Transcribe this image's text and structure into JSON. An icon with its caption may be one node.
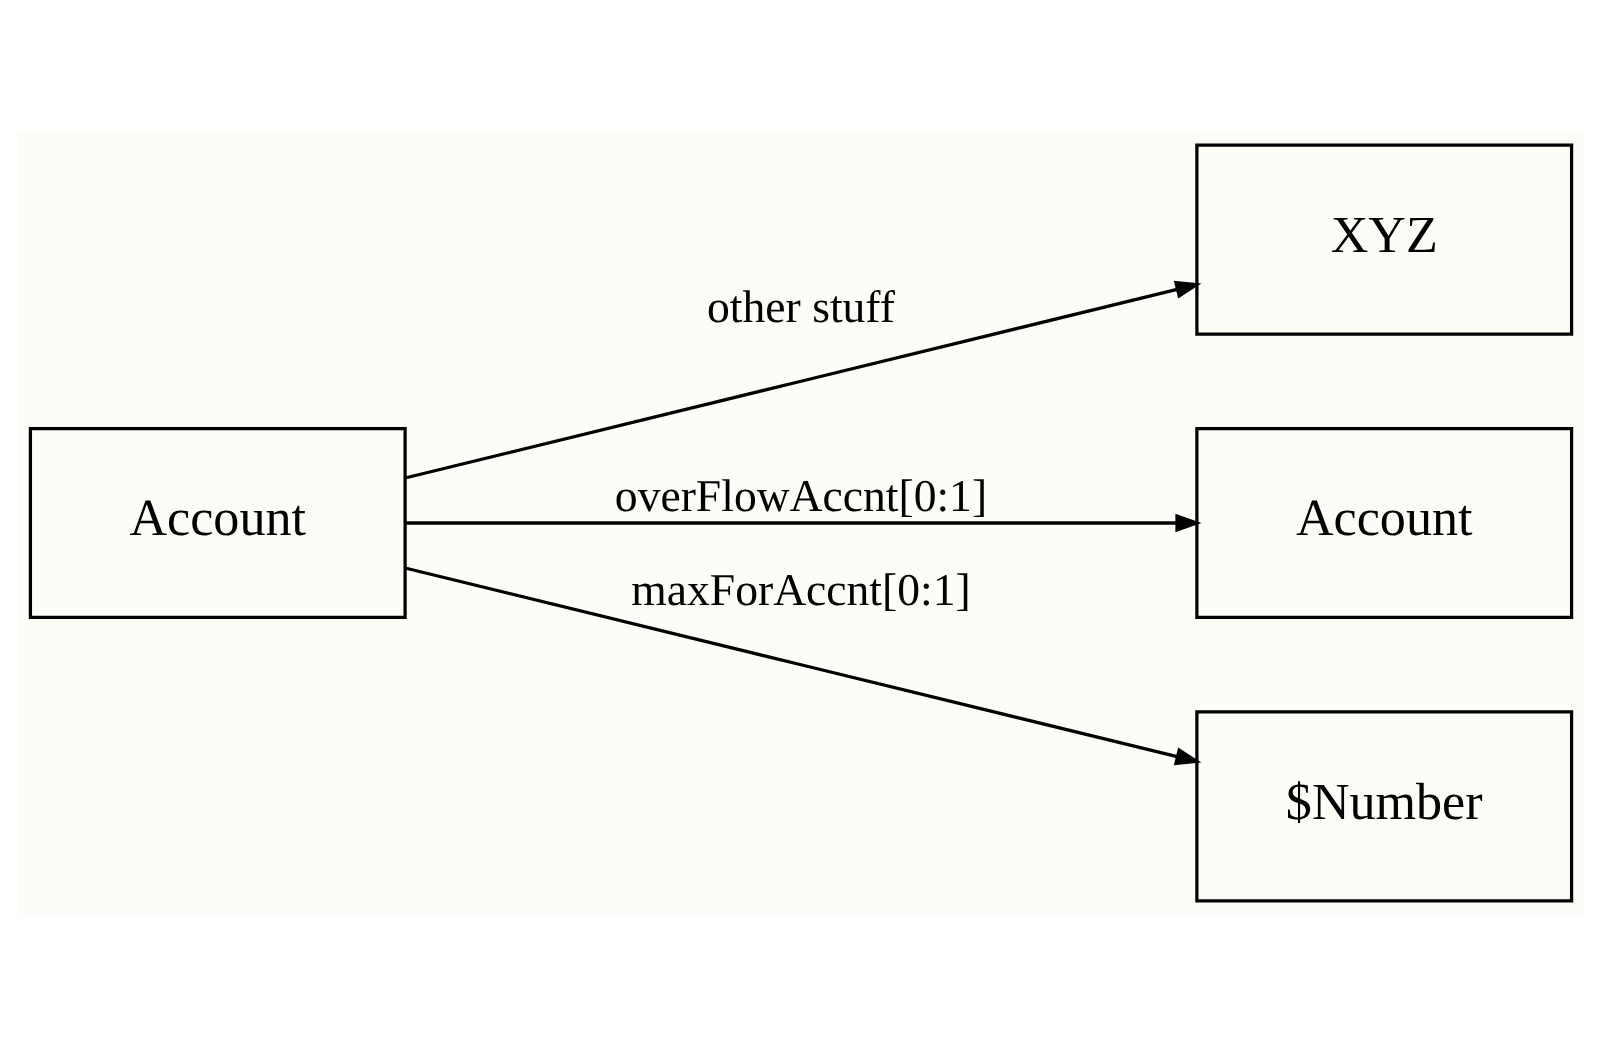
{
  "diagram": {
    "nodes": [
      {
        "text": [
          "Account"
        ]
      },
      {
        "text": [
          "XYZ"
        ]
      },
      {
        "text": [
          "Account"
        ]
      },
      {
        "text": [
          "$Number"
        ]
      }
    ],
    "edges": [
      {
        "from": 0,
        "to": 1,
        "arrow": "to",
        "label": "other stuff"
      },
      {
        "from": 0,
        "to": 2,
        "arrow": "to",
        "label": "overFlowAccnt[0:1]"
      },
      {
        "from": 0,
        "to": 3,
        "arrow": "to",
        "label": "maxForAccnt[0:1]"
      }
    ]
  }
}
